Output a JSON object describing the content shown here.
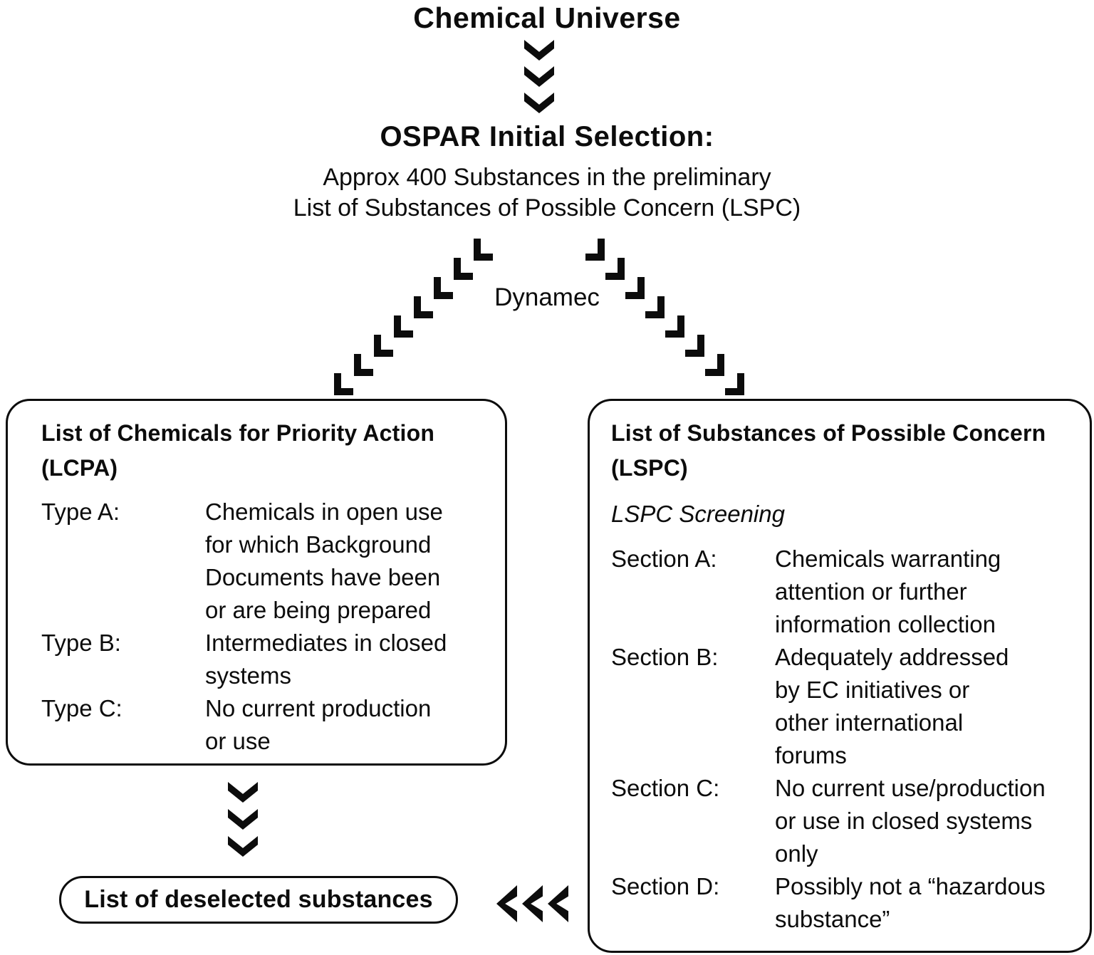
{
  "title": "Chemical Universe",
  "flow": {
    "ospar_heading": "OSPAR Initial Selection:",
    "ospar_subtitle": "Approx 400 Substances in the preliminary\nList of Substances of Possible Concern (LSPC)",
    "dynamec_label": "Dynamec"
  },
  "lcpa_box": {
    "title": "List of Chemicals for Priority Action\n(LCPA)",
    "rows": [
      {
        "label": "Type A:",
        "text": "Chemicals in open use\nfor which Background\nDocuments have been\nor are being prepared"
      },
      {
        "label": "Type B:",
        "text": "Intermediates in closed\nsystems"
      },
      {
        "label": "Type C:",
        "text": "No current production\nor use"
      }
    ]
  },
  "lspc_box": {
    "title": "List of Substances of Possible Concern\n(LSPC)",
    "subtitle": "LSPC Screening",
    "rows": [
      {
        "label": "Section A:",
        "text": "Chemicals warranting\nattention or further\ninformation collection"
      },
      {
        "label": "Section B:",
        "text": "Adequately addressed\nby EC initiatives or\nother international\nforums"
      },
      {
        "label": "Section C:",
        "text": "No current use/production\nor use in closed systems\nonly"
      },
      {
        "label": "Section D:",
        "text": "Possibly not a “hazardous\nsubstance”"
      }
    ]
  },
  "deselected": {
    "label": "List of deselected substances"
  },
  "colors": {
    "ink": "#0c0c0c",
    "background": "#ffffff"
  }
}
